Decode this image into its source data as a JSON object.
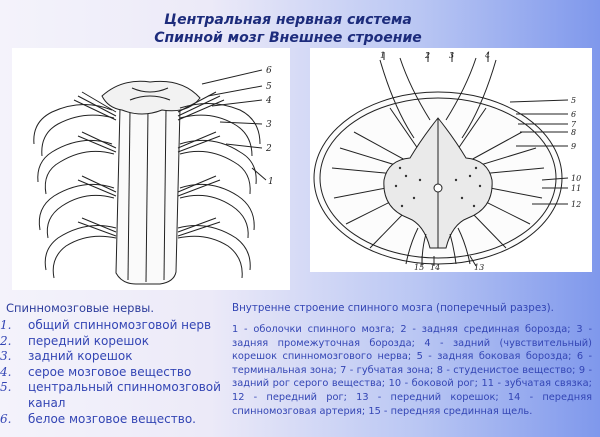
{
  "header": {
    "line1": "Центральная нервная система",
    "line2": "Спинной мозг Внешнее строение"
  },
  "left_figure": {
    "labels": [
      "6",
      "5",
      "4",
      "3",
      "2",
      "1"
    ]
  },
  "right_figure": {
    "labels": [
      "1",
      "2",
      "3",
      "4",
      "5",
      "6",
      "7",
      "8",
      "9",
      "10",
      "11",
      "12",
      "13",
      "14",
      "15"
    ]
  },
  "legend": {
    "title": "Спинномозговые нервы.",
    "items": [
      {
        "num": "1.",
        "text": "общий спинномозговой нерв"
      },
      {
        "num": "2.",
        "text": "передний корешок"
      },
      {
        "num": "3.",
        "text": "задний корешок"
      },
      {
        "num": "4.",
        "text": "серое мозговое вещество"
      },
      {
        "num": "5.",
        "text": "центральный спинномозговой канал"
      },
      {
        "num": "6.",
        "text": "белое мозговое вещество."
      }
    ]
  },
  "description": {
    "title": "Внутренне строение спинного мозга (поперечный разрез).",
    "text": "1 - оболочки спинного мозга; 2 - задняя срединная борозда; 3 - задняя промежуточная борозда; 4 - задний (чувствительный) корешок спинномозгового нерва; 5 - задняя боковая борозда; 6 - терминальная зона; 7 - губчатая зона; 8 - студенистое вещество; 9 - задний рог серого вещества; 10 - боковой рог; 11 - зубчатая связка; 12 - передний рог; 13 - передний корешок; 14 - передняя спинномозговая артерия; 15 - передняя срединная щель."
  },
  "colors": {
    "title": "#1d2c7c",
    "text": "#3345b4",
    "gradient_end": "#7f98ec"
  }
}
